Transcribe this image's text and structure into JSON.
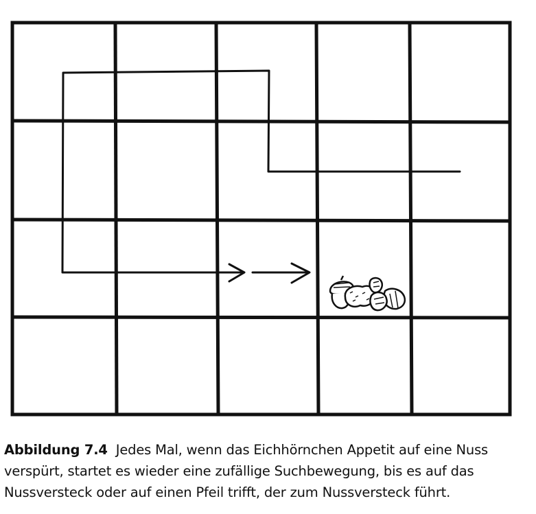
{
  "figure": {
    "rows": 4,
    "columns": 5,
    "path_description_cells": [],
    "colors": {
      "ink": "#111111",
      "background": "#ffffff"
    },
    "icons": [
      "nut-pile-icon",
      "arrow-icon"
    ]
  },
  "caption": {
    "label": "Abbildung 7.4",
    "line1": "Jedes Mal, wenn das Eichhörnchen Appetit auf eine Nuss",
    "line2": "verspürt, startet es wieder eine zufällige Suchbewegung, bis es auf das",
    "line3": "Nussversteck oder auf einen Pfeil trifft, der zum Nussversteck führt."
  }
}
